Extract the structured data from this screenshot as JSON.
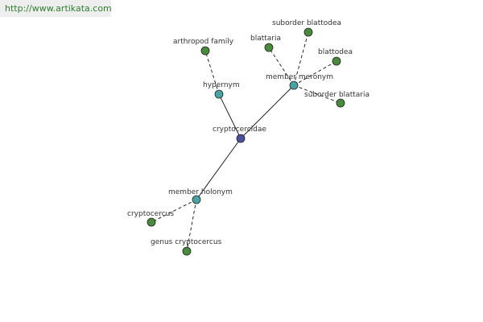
{
  "watermark": {
    "text": "http://www.artikata.com"
  },
  "colors": {
    "center": "#4a4f9e",
    "relation": "#4aa3a3",
    "leaf": "#4a8a3c",
    "watermark_bg": "#eeeeee",
    "watermark_text": "#2f7d2f"
  },
  "nodes": [
    {
      "id": "center",
      "label": "cryptocercidae",
      "kind": "center"
    },
    {
      "id": "hypernym",
      "label": "hypernym",
      "kind": "relation"
    },
    {
      "id": "member_meronym",
      "label": "member meronym",
      "kind": "relation"
    },
    {
      "id": "member_holonym",
      "label": "member holonym",
      "kind": "relation"
    },
    {
      "id": "arthropod_family",
      "label": "arthropod family",
      "kind": "leaf"
    },
    {
      "id": "suborder_blattodea",
      "label": "suborder blattodea",
      "kind": "leaf"
    },
    {
      "id": "blattaria",
      "label": "blattaria",
      "kind": "leaf"
    },
    {
      "id": "blattodea",
      "label": "blattodea",
      "kind": "leaf"
    },
    {
      "id": "suborder_blattaria",
      "label": "suborder blattaria",
      "kind": "leaf"
    },
    {
      "id": "cryptocercus",
      "label": "cryptocercus",
      "kind": "leaf"
    },
    {
      "id": "genus_cryptocercus",
      "label": "genus cryptocercus",
      "kind": "leaf"
    }
  ],
  "edges": [
    {
      "from": "center",
      "to": "hypernym",
      "style": "solid"
    },
    {
      "from": "center",
      "to": "member_meronym",
      "style": "solid"
    },
    {
      "from": "center",
      "to": "member_holonym",
      "style": "solid"
    },
    {
      "from": "hypernym",
      "to": "arthropod_family",
      "style": "dashed"
    },
    {
      "from": "member_meronym",
      "to": "suborder_blattodea",
      "style": "dashed"
    },
    {
      "from": "member_meronym",
      "to": "blattaria",
      "style": "dashed"
    },
    {
      "from": "member_meronym",
      "to": "blattodea",
      "style": "dashed"
    },
    {
      "from": "member_meronym",
      "to": "suborder_blattaria",
      "style": "dashed"
    },
    {
      "from": "member_holonym",
      "to": "cryptocercus",
      "style": "dashed"
    },
    {
      "from": "member_holonym",
      "to": "genus_cryptocercus",
      "style": "dashed"
    }
  ]
}
